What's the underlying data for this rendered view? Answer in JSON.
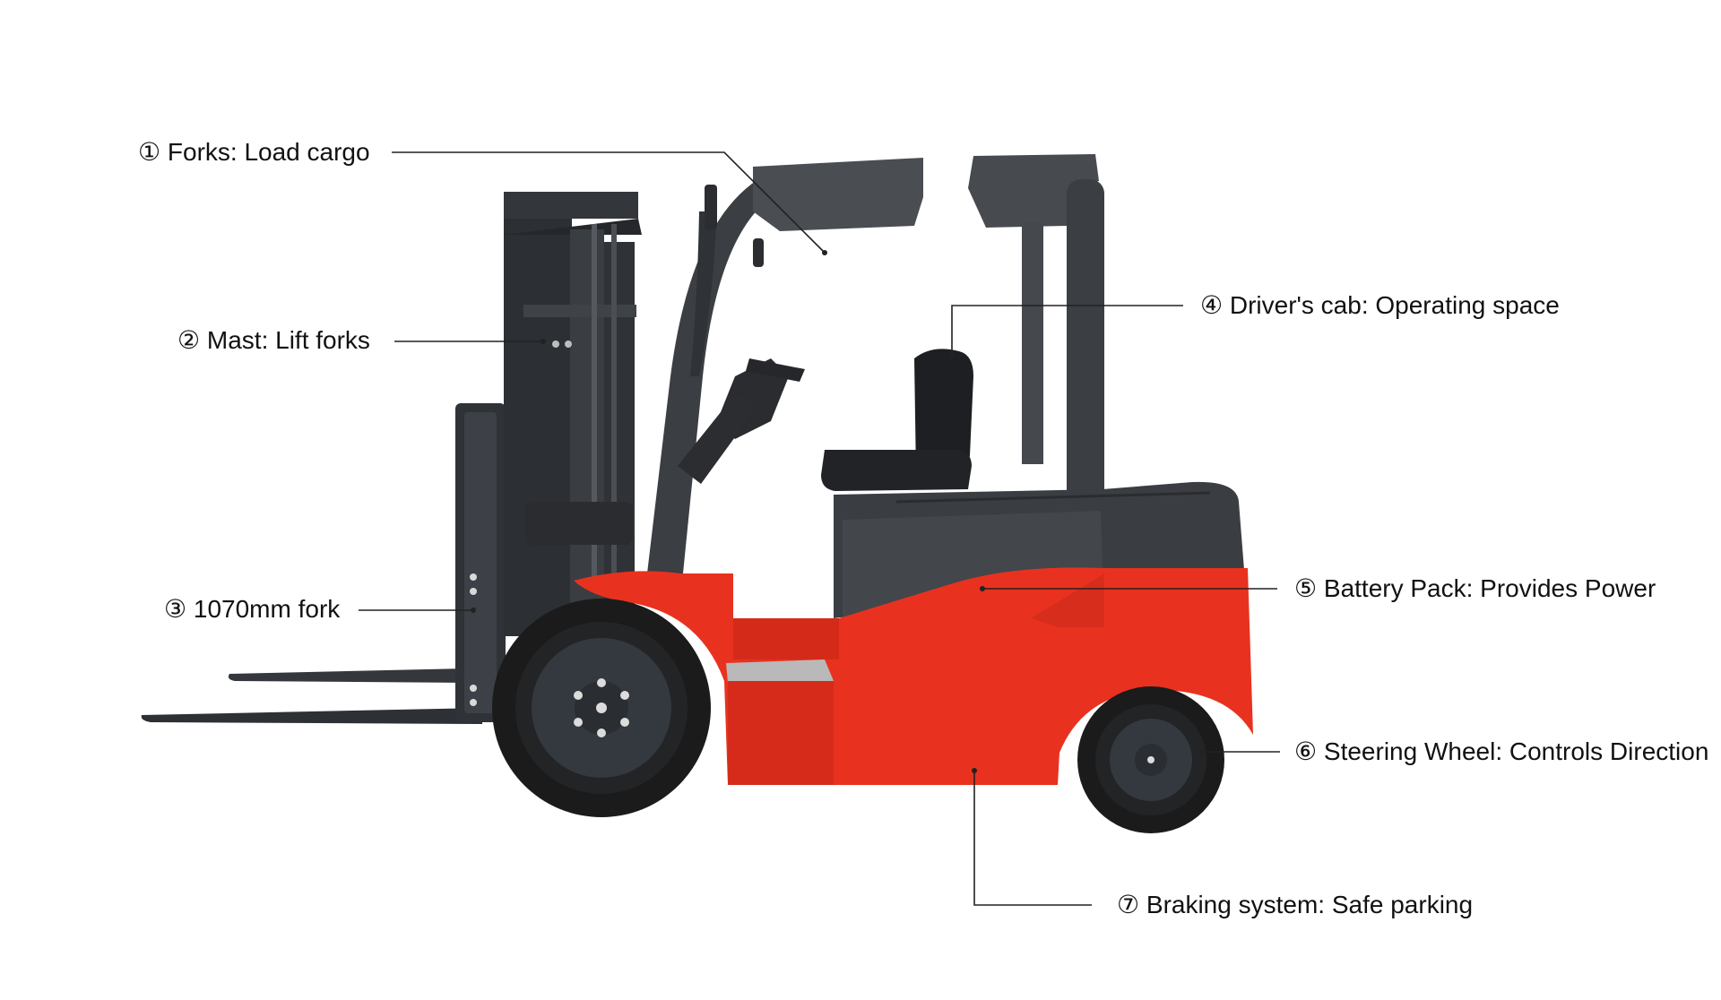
{
  "colors": {
    "body_red": "#e8321f",
    "body_red_dark": "#c9261a",
    "frame_gray": "#3b3e43",
    "frame_dark": "#2a2c30",
    "tire_black": "#1b1b1c",
    "rim_gray": "#34383f",
    "line": "#222222",
    "text": "#111111"
  },
  "callouts": [
    {
      "id": "forks",
      "number": "①",
      "label": "Forks: Load cargo"
    },
    {
      "id": "mast",
      "number": "②",
      "label": "Mast: Lift forks"
    },
    {
      "id": "fork-length",
      "number": "③",
      "label": "1070mm fork"
    },
    {
      "id": "drivers-cab",
      "number": "④",
      "label": "Driver's cab: Operating space"
    },
    {
      "id": "battery",
      "number": "⑤",
      "label": "Battery Pack: Provides Power"
    },
    {
      "id": "steering",
      "number": "⑥",
      "label": "Steering Wheel: Controls Direction"
    },
    {
      "id": "braking",
      "number": "⑦",
      "label": "Braking system: Safe parking"
    }
  ]
}
